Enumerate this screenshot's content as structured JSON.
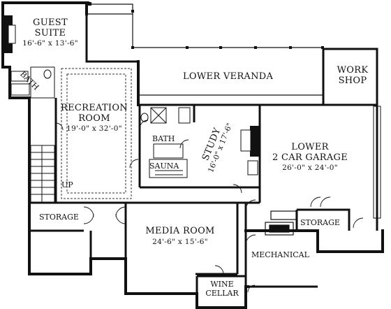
{
  "rooms": {
    "guest_suite": {
      "name_line1": "GUEST",
      "name_line2": "SUITE",
      "dims": "16'-6\" x 13'-6\""
    },
    "guest_bath": {
      "name": "BATH"
    },
    "recreation": {
      "name_line1": "RECREATION",
      "name_line2": "ROOM",
      "dims": "19'-0\" x 32'-0\""
    },
    "lower_veranda": {
      "name": "LOWER VERANDA"
    },
    "work_shop": {
      "name_line1": "WORK",
      "name_line2": "SHOP"
    },
    "bath": {
      "name": "BATH"
    },
    "sauna": {
      "name": "SAUNA"
    },
    "study": {
      "name": "STUDY",
      "dims": "16'-0\" x 17'-6\""
    },
    "garage": {
      "name_line1": "LOWER",
      "name_line2": "2 CAR GARAGE",
      "dims": "26'-0\" x 24'-0\""
    },
    "storage_left": {
      "name": "STORAGE"
    },
    "media_room": {
      "name": "MEDIA ROOM",
      "dims": "24'-6\" x 15'-6\""
    },
    "storage_right": {
      "name": "STORAGE"
    },
    "mechanical": {
      "name": "MECHANICAL"
    },
    "wine_cellar": {
      "name_line1": "WINE",
      "name_line2": "CELLAR"
    }
  },
  "stair_label": "UP"
}
